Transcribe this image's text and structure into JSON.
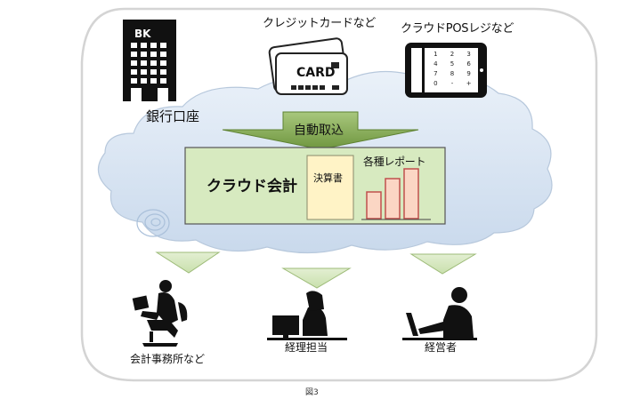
{
  "sources": {
    "bank_sign": "BK",
    "bank_label": "銀行口座",
    "card_face": "CARD",
    "card_label": "クレジットカードなど",
    "pos_label": "クラウドPOSレジなど",
    "pos_keypad": [
      "1",
      "2",
      "3",
      "4",
      "5",
      "6",
      "7",
      "8",
      "9",
      "0",
      "-",
      "+"
    ]
  },
  "flow": {
    "import_label": "自動取込"
  },
  "cloud_accounting": {
    "title": "クラウド会計",
    "statement_label": "決算書",
    "reports_label": "各種レポート"
  },
  "users": [
    {
      "label": "会計事務所など"
    },
    {
      "label": "経理担当"
    },
    {
      "label": "経営者"
    }
  ],
  "caption": "図3",
  "colors": {
    "panel_fill": "#d7eac0",
    "arrow_fill": "#8cb05e",
    "cloud_fill": "#d6e4f3",
    "bar_fill": "#fbd6c4",
    "bar_stroke": "#c0504d",
    "doc_fill": "#fff3c6"
  }
}
